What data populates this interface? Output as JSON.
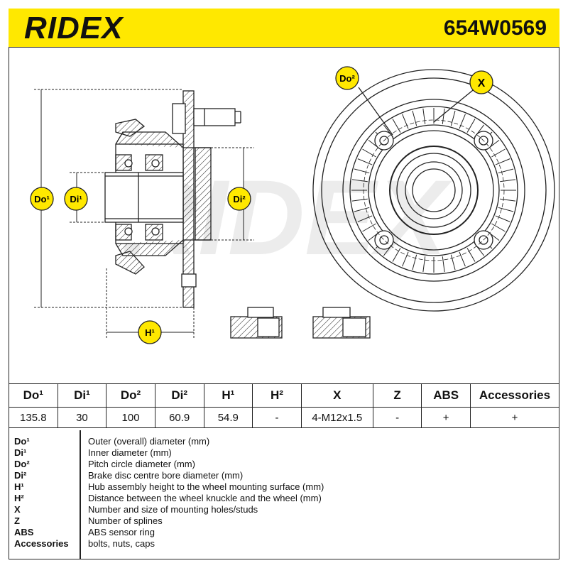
{
  "header": {
    "brand": "RIDEX",
    "part_number": "654W0569"
  },
  "drawing": {
    "watermark": "RIDEX",
    "labels": {
      "do1": "Do¹",
      "di1": "Di¹",
      "di2": "Di²",
      "h1": "H¹",
      "do2": "Do²",
      "x": "X"
    }
  },
  "specs": {
    "headers": [
      "Do¹",
      "Di¹",
      "Do²",
      "Di²",
      "H¹",
      "H²",
      "X",
      "Z",
      "ABS",
      "Accessories"
    ],
    "values": [
      "135.8",
      "30",
      "100",
      "60.9",
      "54.9",
      "-",
      "4-M12x1.5",
      "-",
      "+",
      "+"
    ]
  },
  "legend": [
    {
      "term": "Do¹",
      "desc": "Outer (overall) diameter (mm)"
    },
    {
      "term": "Di¹",
      "desc": "Inner diameter (mm)"
    },
    {
      "term": "Do²",
      "desc": "Pitch circle diameter (mm)"
    },
    {
      "term": "Di²",
      "desc": "Brake disc centre bore diameter (mm)"
    },
    {
      "term": "H¹",
      "desc": "Hub assembly height to the wheel mounting surface (mm)"
    },
    {
      "term": "H²",
      "desc": "Distance between the wheel knuckle and the wheel (mm)"
    },
    {
      "term": "X",
      "desc": "Number and size of mounting holes/studs"
    },
    {
      "term": "Z",
      "desc": "Number of splines"
    },
    {
      "term": "ABS",
      "desc": "ABS sensor ring"
    },
    {
      "term": "Accessories",
      "desc": "bolts, nuts, caps"
    }
  ],
  "colors": {
    "accent": "#ffe800",
    "line": "#222222"
  }
}
